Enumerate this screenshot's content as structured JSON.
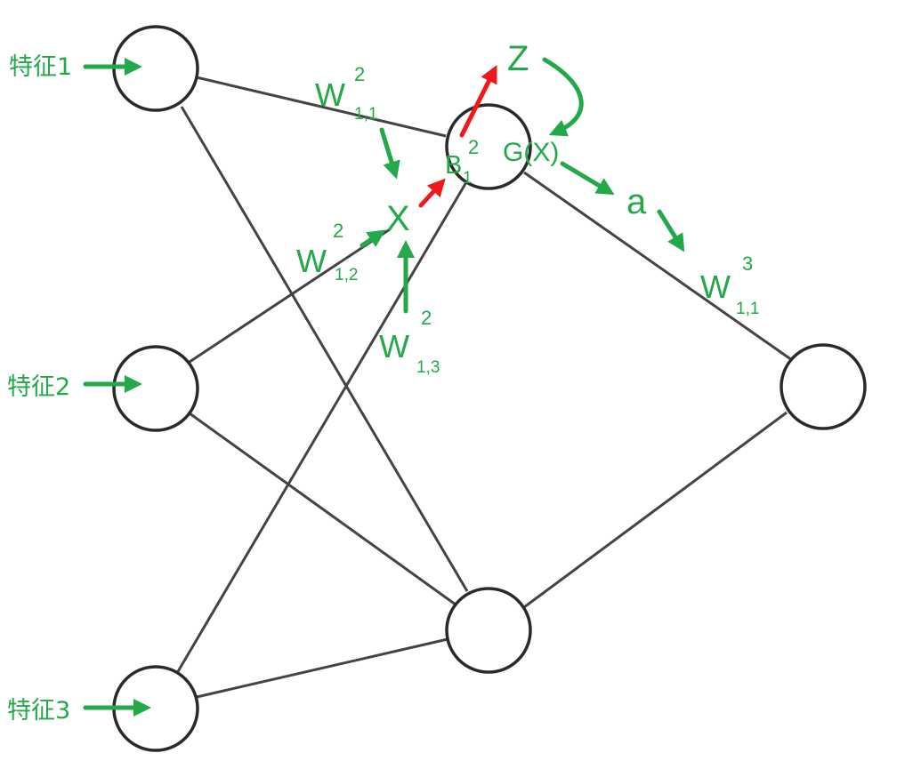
{
  "features": [
    "特征1",
    "特征2",
    "特征3"
  ],
  "labels": {
    "w2_11": {
      "base": "W",
      "sup": "2",
      "sub": "1,1"
    },
    "w2_12": {
      "base": "W",
      "sup": "2",
      "sub": "1,2"
    },
    "w2_13": {
      "base": "W",
      "sup": "2",
      "sub": "1,3"
    },
    "w3_11": {
      "base": "W",
      "sup": "3",
      "sub": "1,1"
    },
    "b2_1": {
      "base": "B",
      "sup": "2",
      "sub": "1"
    },
    "x": "X",
    "z": "Z",
    "gx": "G(X)",
    "a": "a"
  },
  "colors": {
    "annotation": "#23a84a",
    "highlight_arrow": "#f01818",
    "network": "#444444"
  }
}
